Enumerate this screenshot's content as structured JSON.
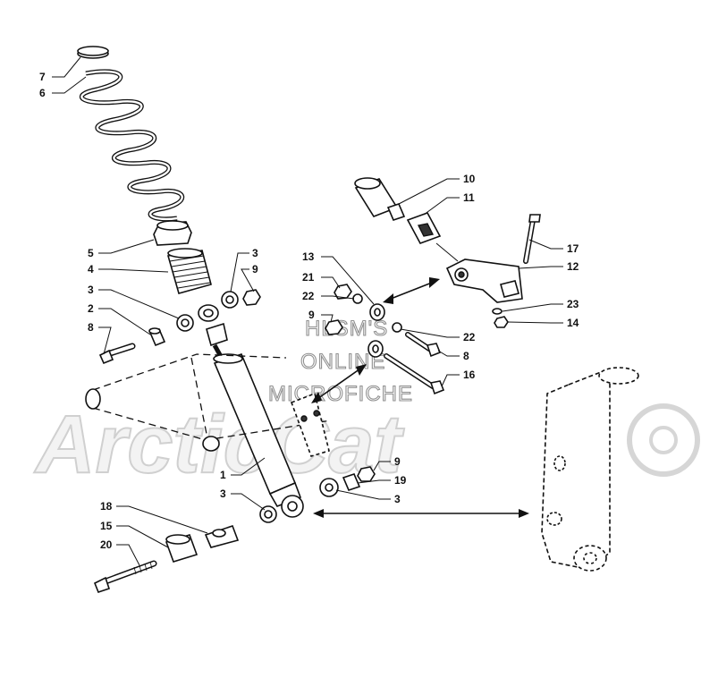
{
  "watermark": {
    "brand": "ArcticCat",
    "line1": "HLSM'S",
    "line2": "ONLINE",
    "line3": "MICROFICHE"
  },
  "callouts": [
    {
      "id": "c7",
      "text": "7"
    },
    {
      "id": "c6",
      "text": "6"
    },
    {
      "id": "c5",
      "text": "5"
    },
    {
      "id": "c4",
      "text": "4"
    },
    {
      "id": "c3a",
      "text": "3"
    },
    {
      "id": "c9a",
      "text": "9"
    },
    {
      "id": "c3b",
      "text": "3"
    },
    {
      "id": "c2",
      "text": "2"
    },
    {
      "id": "c8a",
      "text": "8"
    },
    {
      "id": "c10",
      "text": "10"
    },
    {
      "id": "c11",
      "text": "11"
    },
    {
      "id": "c17",
      "text": "17"
    },
    {
      "id": "c12",
      "text": "12"
    },
    {
      "id": "c13",
      "text": "13"
    },
    {
      "id": "c21",
      "text": "21"
    },
    {
      "id": "c22a",
      "text": "22"
    },
    {
      "id": "c9b",
      "text": "9"
    },
    {
      "id": "c23",
      "text": "23"
    },
    {
      "id": "c14",
      "text": "14"
    },
    {
      "id": "c22b",
      "text": "22"
    },
    {
      "id": "c8b",
      "text": "8"
    },
    {
      "id": "c16",
      "text": "16"
    },
    {
      "id": "c1",
      "text": "1"
    },
    {
      "id": "c9c",
      "text": "9"
    },
    {
      "id": "c19",
      "text": "19"
    },
    {
      "id": "c3c",
      "text": "3"
    },
    {
      "id": "c3d",
      "text": "3"
    },
    {
      "id": "c18",
      "text": "18"
    },
    {
      "id": "c15",
      "text": "15"
    },
    {
      "id": "c20",
      "text": "20"
    }
  ]
}
